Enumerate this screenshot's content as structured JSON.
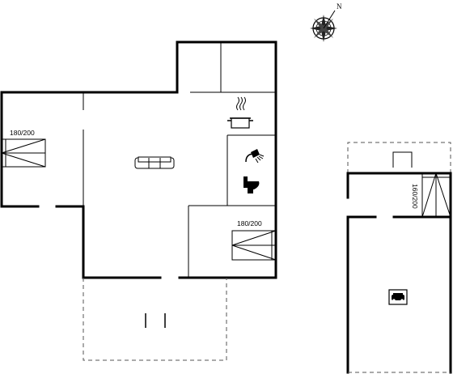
{
  "compass": {
    "north_label": "N",
    "icon": "compass-rose-icon"
  },
  "rooms": {
    "left_bedroom": {
      "bed_label": "180/200",
      "icon": "double-bed-icon"
    },
    "right_bedroom": {
      "bed_label": "180/200",
      "icon": "double-bed-icon"
    },
    "annex_bedroom": {
      "bed_label": "160/200",
      "icon": "double-bed-icon"
    },
    "living_room": {
      "icon": "sofa-icon"
    },
    "kitchen": {
      "icon": "cooking-pot-icon"
    },
    "bathroom": {
      "icons": [
        "shower-icon",
        "toilet-icon"
      ]
    },
    "annex": {
      "icon": "car-icon"
    }
  }
}
